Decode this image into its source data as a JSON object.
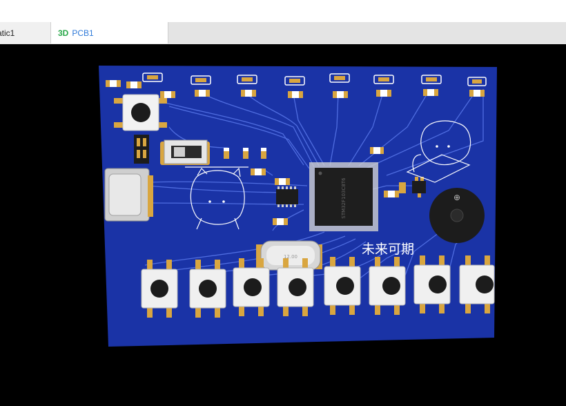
{
  "tabs": [
    {
      "label": "atic1"
    },
    {
      "prefix": "3D",
      "label": "PCB1"
    }
  ],
  "board": {
    "silkscreen_text": "未来可期",
    "crystal_marking": "12.00",
    "colors": {
      "board": "#1a33a6",
      "trace": "#4f6de0",
      "silk": "#ffffff",
      "pad": "#d9a640",
      "viewport": "#000000"
    }
  }
}
